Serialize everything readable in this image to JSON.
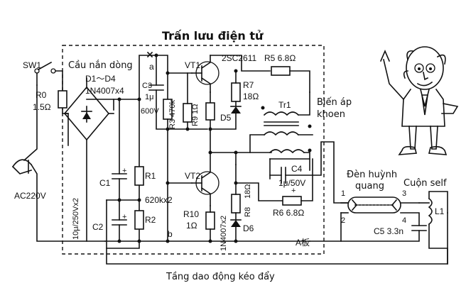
{
  "title": "Trấn lưu điện tử",
  "bottom_caption": "Tầng dao động kéo đẩy",
  "labels": {
    "bridge": "Cầu nắn dòng",
    "diodes": "D1～D4",
    "diode_part": "1N4007x4",
    "sw": "SW1",
    "r0": "R0",
    "r0_val": "1.5Ω",
    "ac": "AC220V",
    "c3": "C3",
    "c3_val1": "1μ",
    "c3_val2": "600V",
    "r3": "R3  470k",
    "r9": "R9  1Ω",
    "vt1": "VT1",
    "vt1_part": "2SC2611",
    "r5": "R5  6.8Ω",
    "r7": "R7",
    "r7_val": "18Ω",
    "d5": "D5",
    "tr1": "Tr1",
    "transformer": "Biến áp",
    "transformer2": "khoen",
    "c4": "C4",
    "c4_val": "1μ/50V",
    "vt2": "VT2",
    "r1": "R1",
    "r2": "R2",
    "r12_val": "620kx2",
    "c1": "C1",
    "c2": "C2",
    "c12_val": "10μ/250Vx2",
    "r10": "R10",
    "r10_val": "1Ω",
    "d6_part": "1N4007x2",
    "r8": "R8",
    "r8_val": "18Ω",
    "d6": "D6",
    "r6": "R6  6.8Ω",
    "lamp": "Đèn huỳnh",
    "lamp2": "quang",
    "coil": "Cuộn self",
    "l1": "L1",
    "c5": "C5  3.3n",
    "node_a": "a",
    "node_b": "b",
    "board": "A板",
    "pin1": "1",
    "pin2": "2",
    "pin3": "3",
    "pin4": "4",
    "plus": "+"
  }
}
